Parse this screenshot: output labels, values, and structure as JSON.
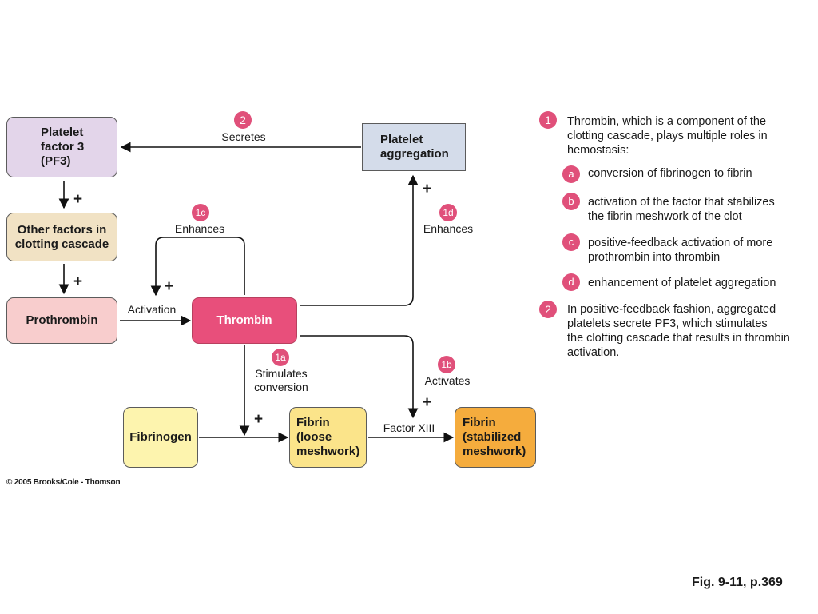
{
  "nodes": {
    "pf3": "Platelet\nfactor 3\n(PF3)",
    "other_factors": "Other factors in\nclotting cascade",
    "prothrombin": "Prothrombin",
    "thrombin": "Thrombin",
    "platelet_aggregation": "Platelet\naggregation",
    "fibrinogen": "Fibrinogen",
    "fibrin_loose": "Fibrin\n(loose\nmeshwork)",
    "fibrin_stabilized": "Fibrin\n(stabilized\nmeshwork)"
  },
  "edges": {
    "secretes": "Secretes",
    "enhances_1c": "Enhances",
    "enhances_1d": "Enhances",
    "activation": "Activation",
    "stimulates": "Stimulates\nconversion",
    "activates": "Activates",
    "factor_xiii": "Factor XIII",
    "plus": "+"
  },
  "badges": {
    "b2": "2",
    "b1c": "1c",
    "b1d": "1d",
    "b1a": "1a",
    "b1b": "1b"
  },
  "legend": {
    "item1": {
      "badge": "1",
      "text": "Thrombin, which is a component of the\nclotting cascade, plays multiple roles in\nhemostasis:"
    },
    "sub_a": {
      "badge": "a",
      "text": "conversion of fibrinogen to fibrin"
    },
    "sub_b": {
      "badge": "b",
      "text": "activation of the factor that stabilizes\nthe fibrin meshwork of the clot"
    },
    "sub_c": {
      "badge": "c",
      "text": "positive-feedback activation of more\nprothrombin into thrombin"
    },
    "sub_d": {
      "badge": "d",
      "text": "enhancement of platelet aggregation"
    },
    "item2": {
      "badge": "2",
      "text": "In positive-feedback fashion, aggregated\nplatelets secrete PF3, which stimulates\nthe clotting cascade that results in thrombin\nactivation."
    }
  },
  "copyright": "© 2005 Brooks/Cole - Thomson",
  "caption": "Fig. 9-11, p.369",
  "colors": {
    "pf3": "#e3d5ea",
    "other_factors": "#f1e2c4",
    "prothrombin": "#f8cdcd",
    "thrombin": "#e84f7b",
    "platelet_aggregation": "#d4dcea",
    "fibrinogen": "#fdf4ae",
    "fibrin_loose": "#fbe48a",
    "fibrin_stabilized": "#f5ac3d",
    "badge": "#e0507a"
  }
}
